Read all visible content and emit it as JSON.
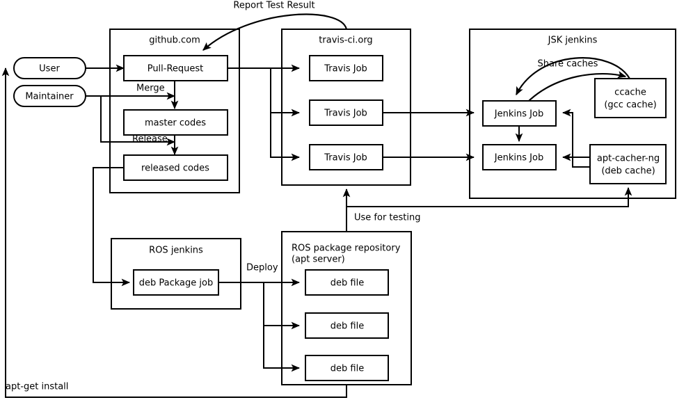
{
  "diagram": {
    "title": "CI/CD pipeline flow",
    "colors": {
      "stroke": "#000000",
      "fill": "#ffffff",
      "text": "#000000"
    },
    "actors": [
      {
        "id": "user",
        "label": "User"
      },
      {
        "id": "maintainer",
        "label": "Maintainer"
      }
    ],
    "containers": [
      {
        "id": "github",
        "title": "github.com",
        "nodes": [
          {
            "id": "pull-request",
            "label": "Pull-Request"
          },
          {
            "id": "master-codes",
            "label": "master codes"
          },
          {
            "id": "released-codes",
            "label": "released codes"
          }
        ]
      },
      {
        "id": "travis",
        "title": "travis-ci.org",
        "nodes": [
          {
            "id": "travis-job-1",
            "label": "Travis Job"
          },
          {
            "id": "travis-job-2",
            "label": "Travis Job"
          },
          {
            "id": "travis-job-3",
            "label": "Travis Job"
          }
        ]
      },
      {
        "id": "jsk",
        "title": "JSK jenkins",
        "nodes": [
          {
            "id": "jenkins-job-1",
            "label": "Jenkins Job"
          },
          {
            "id": "jenkins-job-2",
            "label": "Jenkins Job"
          },
          {
            "id": "ccache",
            "label_line1": "ccache",
            "label_line2": "(gcc cache)"
          },
          {
            "id": "apt-cacher-ng",
            "label_line1": "apt-cacher-ng",
            "label_line2": "(deb cache)"
          }
        ]
      },
      {
        "id": "ros-jenkins",
        "title": "ROS jenkins",
        "nodes": [
          {
            "id": "deb-package-job",
            "label": "deb Package job"
          }
        ]
      },
      {
        "id": "ros-repo",
        "title_line1": "ROS package repository",
        "title_line2": "(apt server)",
        "nodes": [
          {
            "id": "deb-file-1",
            "label": "deb file"
          },
          {
            "id": "deb-file-2",
            "label": "deb file"
          },
          {
            "id": "deb-file-3",
            "label": "deb file"
          }
        ]
      }
    ],
    "edge_labels": [
      {
        "id": "report-test-result",
        "label": "Report Test Result"
      },
      {
        "id": "merge",
        "label": "Merge"
      },
      {
        "id": "release",
        "label": "Release"
      },
      {
        "id": "share-caches",
        "label": "Share caches"
      },
      {
        "id": "use-for-testing",
        "label": "Use for testing"
      },
      {
        "id": "deploy",
        "label": "Deploy"
      },
      {
        "id": "apt-get-install",
        "label": "apt-get install"
      }
    ]
  }
}
